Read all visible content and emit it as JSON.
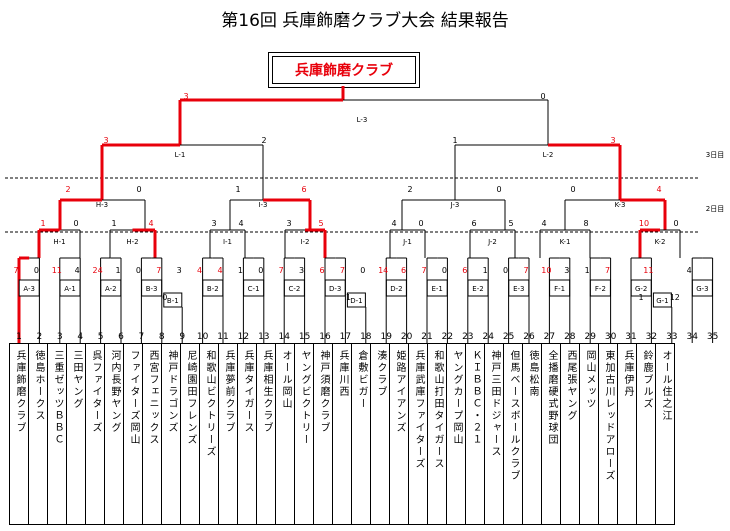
{
  "title": "第16回 兵庫飾磨クラブ大会  結果報告",
  "champion": "兵庫飾磨クラブ",
  "round_labels": [
    "3日目",
    "2日目"
  ],
  "teams": [
    {
      "no": "1",
      "name": "兵庫飾磨クラブ"
    },
    {
      "no": "2",
      "name": "徳島ホークス"
    },
    {
      "no": "3",
      "name": "三重ゼッツＢＢＣ"
    },
    {
      "no": "4",
      "name": "三田ヤング"
    },
    {
      "no": "5",
      "name": "呉ファイターズ"
    },
    {
      "no": "6",
      "name": "河内長野ヤング"
    },
    {
      "no": "7",
      "name": "ファイターズ岡山"
    },
    {
      "no": "8",
      "name": "西宮フェニックス"
    },
    {
      "no": "9",
      "name": "神戸ドラゴンズ"
    },
    {
      "no": "10",
      "name": "尼崎園田フレンズ"
    },
    {
      "no": "11",
      "name": "和歌山ビクトリーズ"
    },
    {
      "no": "12",
      "name": "兵庫夢前クラブ"
    },
    {
      "no": "13",
      "name": "兵庫タイガース"
    },
    {
      "no": "14",
      "name": "兵庫相生クラブ"
    },
    {
      "no": "15",
      "name": "オール岡山"
    },
    {
      "no": "16",
      "name": "ヤングビクトリー"
    },
    {
      "no": "17",
      "name": "神戸須磨クラブ"
    },
    {
      "no": "18",
      "name": "兵庫川西"
    },
    {
      "no": "19",
      "name": "倉敷ビガー"
    },
    {
      "no": "20",
      "name": "湊クラブ"
    },
    {
      "no": "21",
      "name": "姫路アイアンズ"
    },
    {
      "no": "22",
      "name": "兵庫武庫ファイターズ"
    },
    {
      "no": "23",
      "name": "和歌山打田タイガース"
    },
    {
      "no": "24",
      "name": "ヤングカープ岡山"
    },
    {
      "no": "25",
      "name": "ＫＩＢＢＣ・２１"
    },
    {
      "no": "26",
      "name": "神戸三田ドジャース"
    },
    {
      "no": "27",
      "name": "但馬ベースボールクラブ"
    },
    {
      "no": "28",
      "name": "徳島松南"
    },
    {
      "no": "29",
      "name": "全播磨硬式野球団"
    },
    {
      "no": "30",
      "name": "西尾張ヤング"
    },
    {
      "no": "31",
      "name": "岡山メッツ"
    },
    {
      "no": "32",
      "name": "東加古川レッドアローズ"
    },
    {
      "no": "33",
      "name": "兵庫伊丹"
    },
    {
      "no": "34",
      "name": "鈴鹿ブルズ"
    },
    {
      "no": "35",
      "name": "オール住之江"
    }
  ],
  "scores": {
    "final": [
      "3",
      "0"
    ],
    "semi_L1": [
      "3",
      "2"
    ],
    "semi_L2": [
      "1",
      "3"
    ],
    "qf_H3": [
      "2",
      "0"
    ],
    "qf_I3": [
      "1",
      "6"
    ],
    "qf_J3": [
      "2",
      "0"
    ],
    "qf_K3": [
      "0",
      "4"
    ],
    "r_H1": [
      "1",
      "0"
    ],
    "r_H2": [
      "1",
      "4"
    ],
    "r_I1": [
      "3",
      "4"
    ],
    "r_I2": [
      "3",
      "5"
    ],
    "r_J1": [
      "4",
      "0"
    ],
    "r_J2": [
      "6",
      "5"
    ],
    "r_K1": [
      "4",
      "8"
    ],
    "r_K2": [
      "10",
      "0"
    ],
    "first": [
      "7",
      "0",
      "11",
      "4",
      "24",
      "1",
      "0",
      "7",
      "3",
      "4",
      "4",
      "1",
      "0",
      "7",
      "3",
      "6",
      "7",
      "0",
      "14",
      "6",
      "7",
      "0",
      "6",
      "1",
      "0",
      "7",
      "10",
      "3",
      "1",
      "7",
      "11",
      "4"
    ],
    "inner": [
      "0",
      "1",
      "1",
      "12"
    ]
  },
  "match_labels": {
    "final": "L-3",
    "L1": "L-1",
    "L2": "L-2",
    "H3": "H-3",
    "I3": "I-3",
    "J3": "J-3",
    "K3": "K-3",
    "H1": "H-1",
    "H2": "H-2",
    "I1": "I-1",
    "I2": "I-2",
    "J1": "J-1",
    "J2": "J-2",
    "K1": "K-1",
    "K2": "K-2",
    "A3": "A-3",
    "A1": "A-1",
    "A2": "A-2",
    "B3": "B-3",
    "B1": "B-1",
    "B2": "B-2",
    "C1": "C-1",
    "C2": "C-2",
    "D3": "D-3",
    "D1": "D-1",
    "D2": "D-2",
    "E1": "E-1",
    "E2": "E-2",
    "E3": "E-3",
    "F1": "F-1",
    "F2": "F-2",
    "G2": "G-2",
    "G1": "G-1",
    "G3": "G-3"
  },
  "colors": {
    "win_line": "#e8000b",
    "line": "#000000",
    "win_score": "#e8000b"
  }
}
